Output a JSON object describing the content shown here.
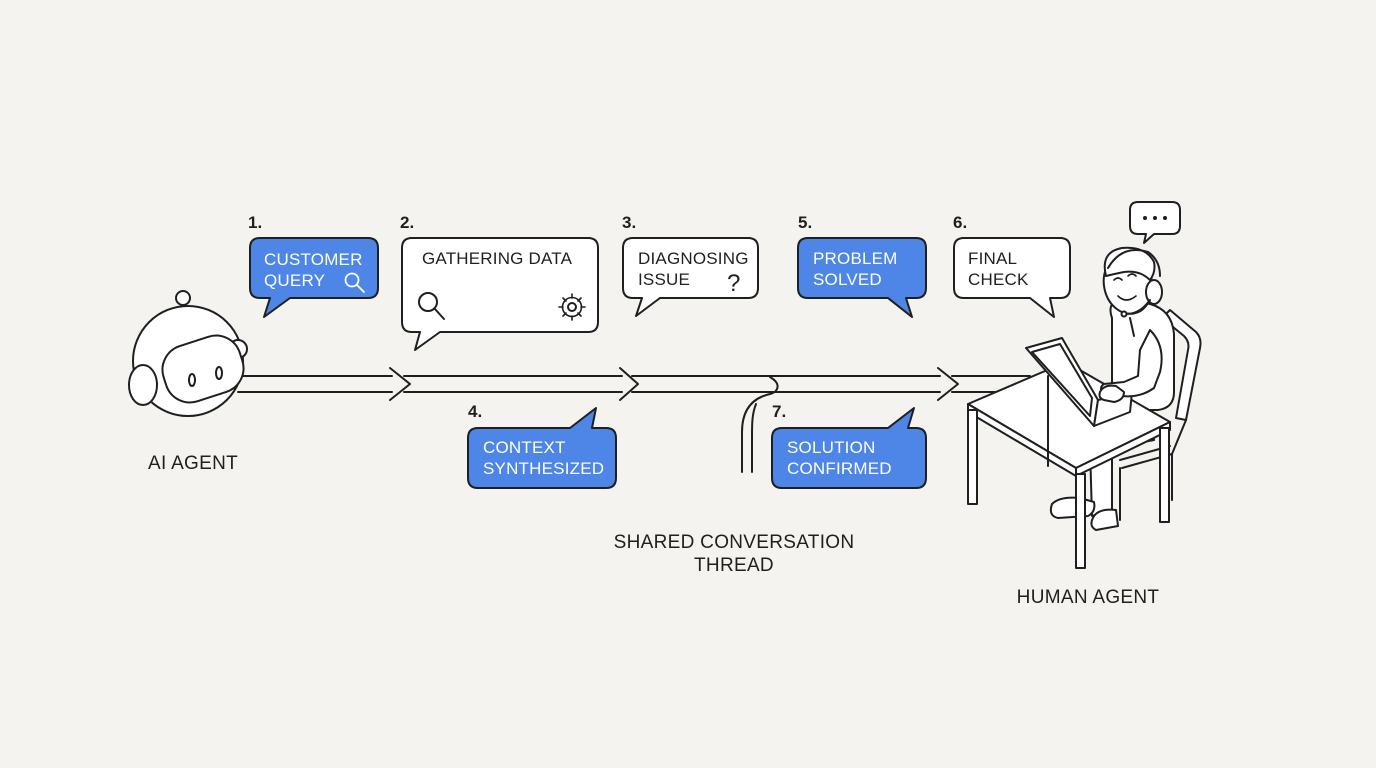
{
  "colors": {
    "accent": "#4d86e6",
    "ink": "#1f1f1f",
    "background": "#f4f3ef"
  },
  "actors": {
    "ai_agent": "AI AGENT",
    "human_agent": "HUMAN AGENT"
  },
  "thread_label": {
    "line1": "SHARED CONVERSATION",
    "line2": "THREAD"
  },
  "steps": [
    {
      "num": "1.",
      "line1": "CUSTOMER",
      "line2": "QUERY",
      "style": "blue",
      "icon": "search-icon"
    },
    {
      "num": "2.",
      "line1": "GATHERING DATA",
      "line2": "",
      "style": "white",
      "icon": "search-icon, gear-icon"
    },
    {
      "num": "3.",
      "line1": "DIAGNOSING",
      "line2": "ISSUE",
      "style": "white",
      "icon": "question-icon"
    },
    {
      "num": "4.",
      "line1": "CONTEXT",
      "line2": "SYNTHESIZED",
      "style": "blue",
      "icon": ""
    },
    {
      "num": "5.",
      "line1": "PROBLEM",
      "line2": "SOLVED",
      "style": "blue",
      "icon": ""
    },
    {
      "num": "6.",
      "line1": "FINAL",
      "line2": "CHECK",
      "style": "white",
      "icon": ""
    },
    {
      "num": "7.",
      "line1": "SOLUTION",
      "line2": "CONFIRMED",
      "style": "blue",
      "icon": ""
    }
  ],
  "speech_indicator": "ellipsis-bubble-icon"
}
